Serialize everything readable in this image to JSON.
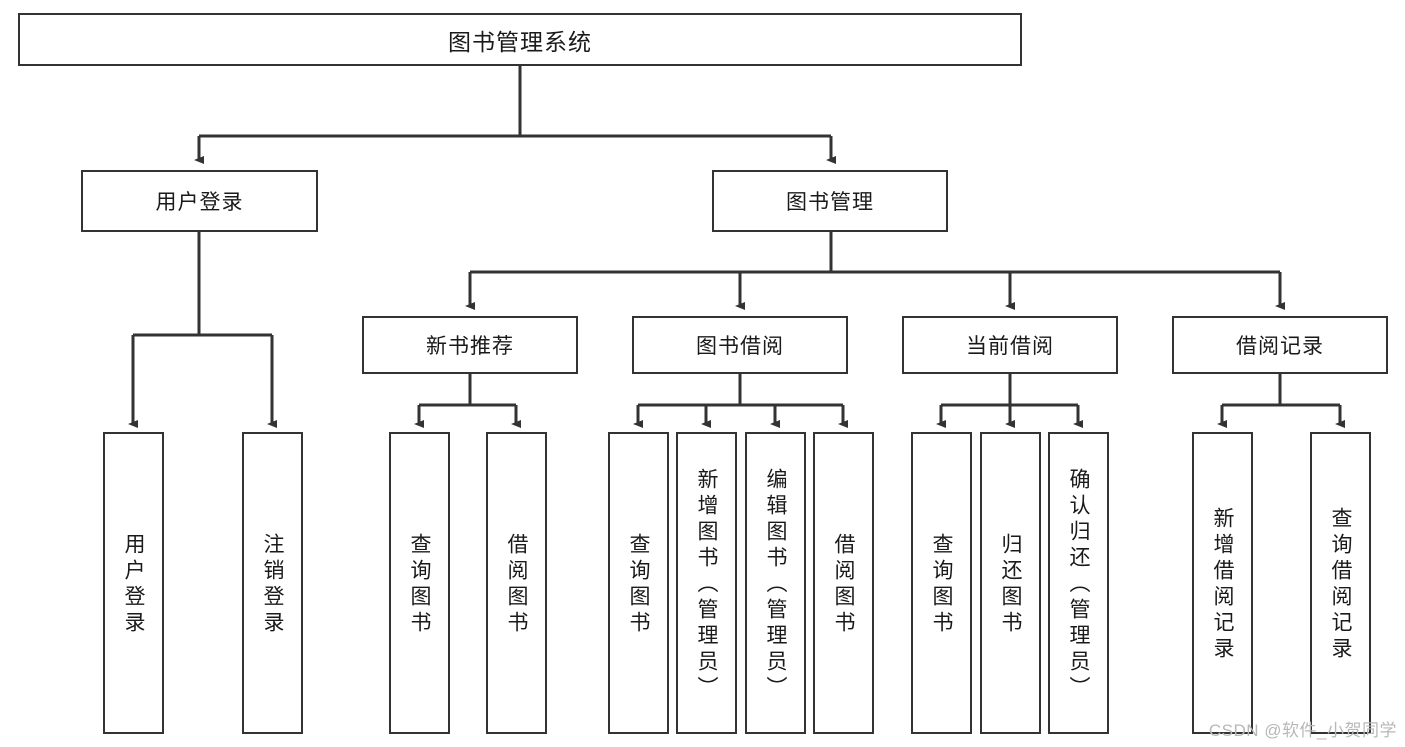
{
  "diagram": {
    "title": "图书管理系统",
    "watermark": "CSDN @软件_小贺同学",
    "type": "tree-hierarchy-diagram",
    "colors": {
      "box_border": "#333333",
      "box_fill": "#ffffff",
      "edge": "#333333",
      "text": "#1a1a1a",
      "watermark": "#b8b8b8"
    },
    "levels": {
      "level1": [
        {
          "id": "root",
          "label": "图书管理系统"
        }
      ],
      "level2": [
        {
          "id": "user-login",
          "label": "用户登录"
        },
        {
          "id": "book-manage",
          "label": "图书管理"
        }
      ],
      "level3": [
        {
          "id": "new-book-rec",
          "label": "新书推荐"
        },
        {
          "id": "book-borrow",
          "label": "图书借阅"
        },
        {
          "id": "current-borrow",
          "label": "当前借阅"
        },
        {
          "id": "borrow-record",
          "label": "借阅记录"
        }
      ],
      "level4": [
        {
          "id": "leaf-user-login",
          "label": "用户登录",
          "parent": "user-login"
        },
        {
          "id": "leaf-user-logout",
          "label": "注销登录",
          "parent": "user-login"
        },
        {
          "id": "leaf-query-book-1",
          "label": "查询图书",
          "parent": "new-book-rec"
        },
        {
          "id": "leaf-borrow-book-1",
          "label": "借阅图书",
          "parent": "new-book-rec"
        },
        {
          "id": "leaf-query-book-2",
          "label": "查询图书",
          "parent": "book-borrow"
        },
        {
          "id": "leaf-add-book",
          "label": "新增图书（管理员）",
          "parent": "book-borrow"
        },
        {
          "id": "leaf-edit-book",
          "label": "编辑图书（管理员）",
          "parent": "book-borrow"
        },
        {
          "id": "leaf-borrow-book-2",
          "label": "借阅图书",
          "parent": "book-borrow"
        },
        {
          "id": "leaf-query-book-3",
          "label": "查询图书",
          "parent": "current-borrow"
        },
        {
          "id": "leaf-return-book",
          "label": "归还图书",
          "parent": "current-borrow"
        },
        {
          "id": "leaf-confirm-return",
          "label": "确认归还（管理员）",
          "parent": "current-borrow"
        },
        {
          "id": "leaf-add-record",
          "label": "新增借阅记录",
          "parent": "borrow-record"
        },
        {
          "id": "leaf-query-record",
          "label": "查询借阅记录",
          "parent": "borrow-record"
        }
      ]
    }
  }
}
